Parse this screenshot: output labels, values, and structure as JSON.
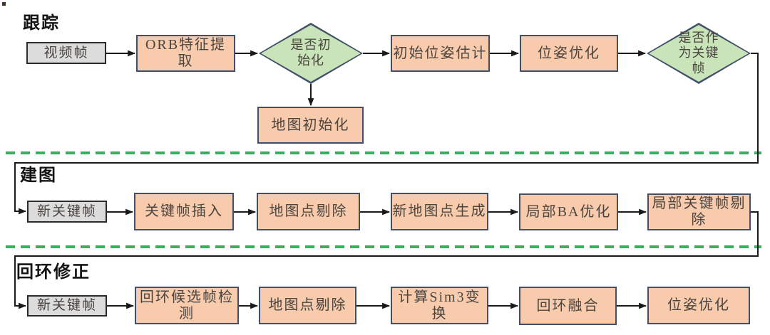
{
  "colors": {
    "process-fill": "#f8cbad",
    "process-border": "#41506a",
    "decision-fill": "#c8e4b8",
    "decision-border": "#41506a",
    "io-fill": "#dcdcdc",
    "io-border": "#2b2b2b",
    "connector": "#1a1a1a",
    "separator": "#3bae5f",
    "text": "#4b4540",
    "title": "#141414",
    "background": "#ffffff"
  },
  "sections": [
    {
      "title": "跟踪",
      "nodes": [
        {
          "label": "视频帧",
          "type": "input"
        },
        {
          "label": "ORB特征提取",
          "type": "process"
        },
        {
          "label": "是否初\n始化",
          "type": "decision"
        },
        {
          "label": "初始位姿估计",
          "type": "process"
        },
        {
          "label": "位姿优化",
          "type": "process"
        },
        {
          "label": "是否作\n为关键\n帧",
          "type": "decision"
        },
        {
          "label": "地图初始化",
          "type": "process"
        }
      ]
    },
    {
      "title": "建图",
      "nodes": [
        {
          "label": "新关键帧",
          "type": "input"
        },
        {
          "label": "关键帧插入",
          "type": "process"
        },
        {
          "label": "地图点剔除",
          "type": "process"
        },
        {
          "label": "新地图点生成",
          "type": "process"
        },
        {
          "label": "局部BA优化",
          "type": "process"
        },
        {
          "label": "局部关键帧剔除",
          "type": "process"
        }
      ]
    },
    {
      "title": "回环修正",
      "nodes": [
        {
          "label": "新关键帧",
          "type": "input"
        },
        {
          "label": "回环候选帧检测",
          "type": "process"
        },
        {
          "label": "地图点剔除",
          "type": "process"
        },
        {
          "label": "计算Sim3变换",
          "type": "process"
        },
        {
          "label": "回环融合",
          "type": "process"
        },
        {
          "label": "位姿优化",
          "type": "process"
        }
      ]
    }
  ]
}
